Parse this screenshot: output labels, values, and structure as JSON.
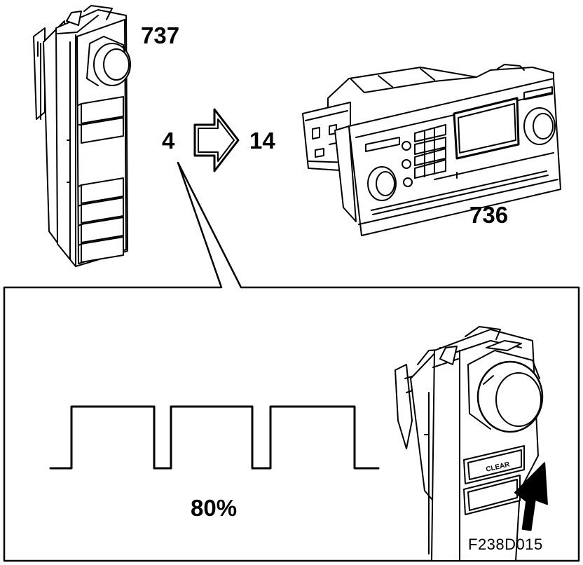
{
  "labels": {
    "switch_part_number": "737",
    "panel_part_number": "736",
    "connector_pin": "4",
    "target_pin": "14",
    "duty_cycle": "80%",
    "figure_id": "F238D015",
    "button_text": "CLEAR"
  },
  "icons": {
    "arrow": "right-arrow-icon",
    "pointer": "pointing-arrow-icon"
  },
  "colors": {
    "line": "#000000",
    "background": "#ffffff"
  }
}
